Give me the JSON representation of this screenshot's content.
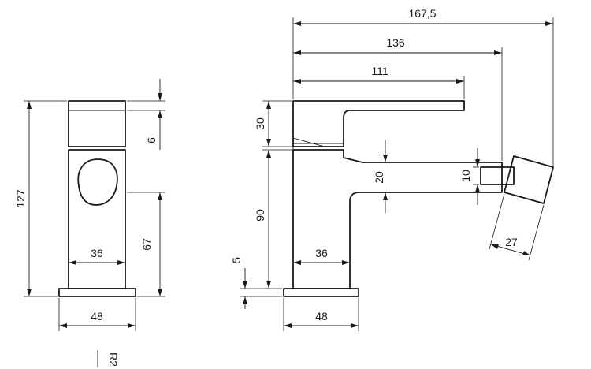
{
  "front_view": {
    "overall_height": "127",
    "lever_height": "6",
    "spout_height": "67",
    "body_width": "36",
    "base_width": "48"
  },
  "side_view": {
    "overall_length": "167,5",
    "length_to_nozzle": "136",
    "lever_length": "111",
    "lever_height": "30",
    "body_height": "90",
    "base_height": "5",
    "body_width": "36",
    "base_width": "48",
    "spout_height": "20",
    "nozzle_height": "10",
    "nozzle_length": "27"
  },
  "drawing_code": "R2"
}
